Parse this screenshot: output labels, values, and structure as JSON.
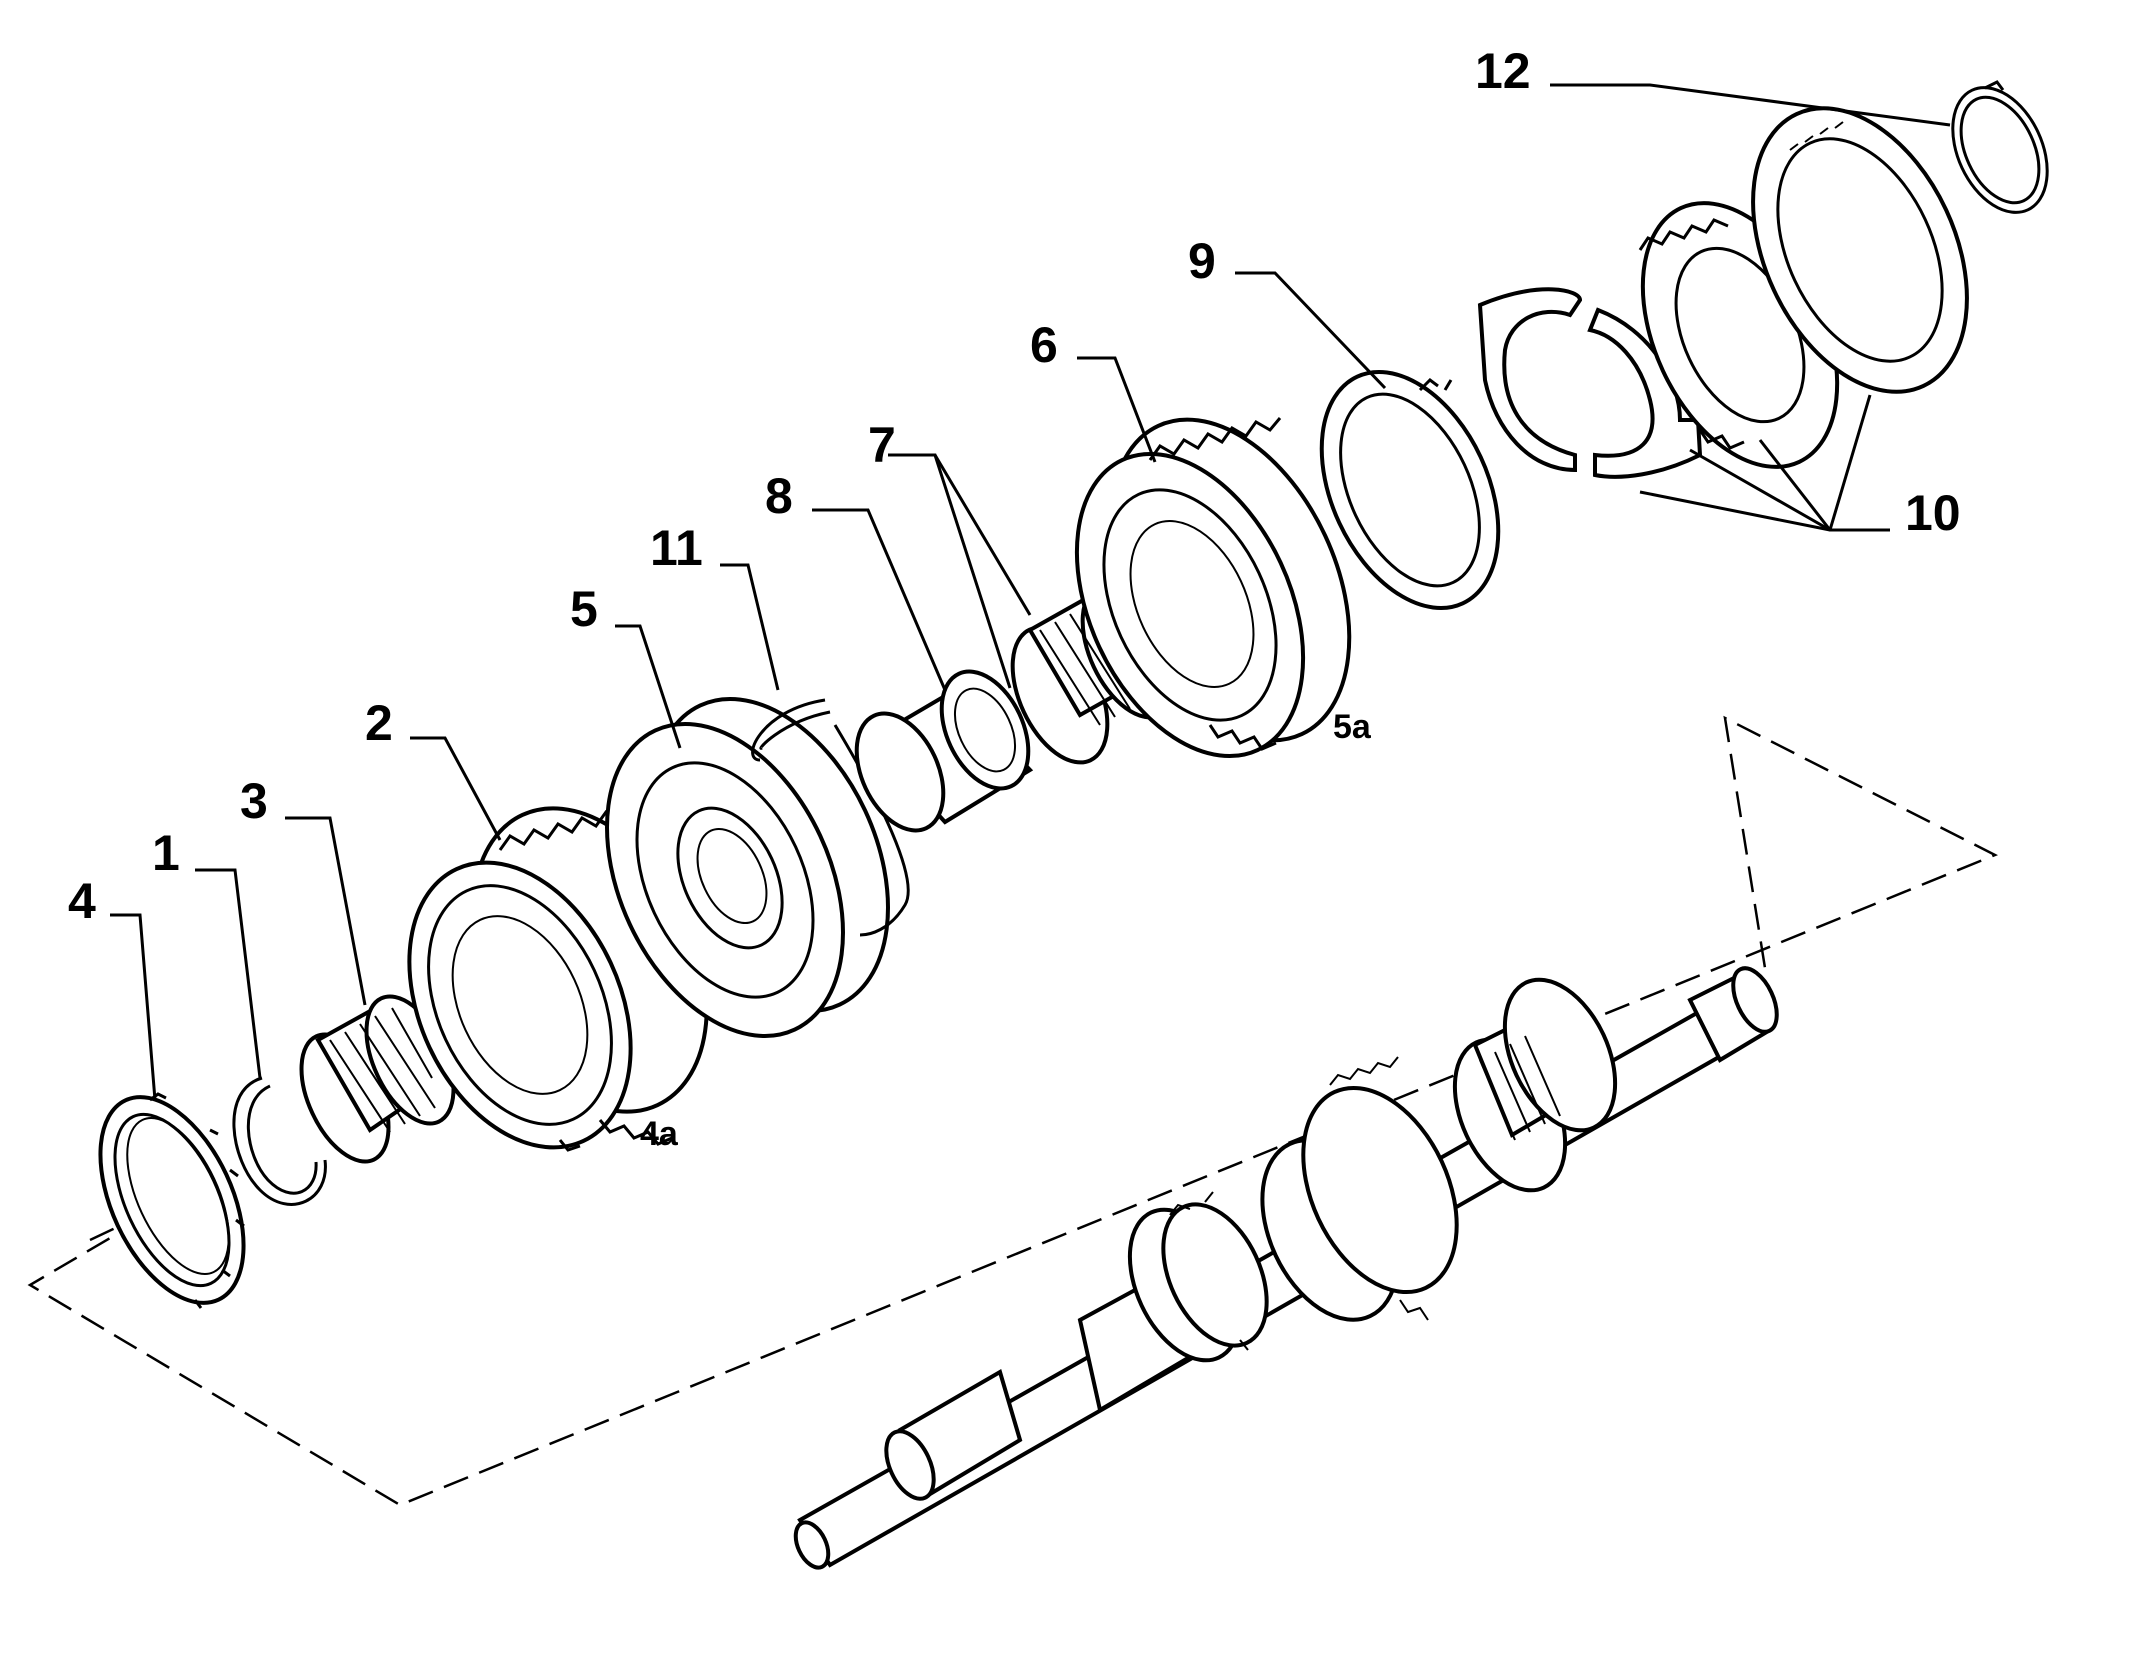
{
  "callouts": {
    "c1": "1",
    "c2": "2",
    "c3": "3",
    "c4": "4",
    "c5": "5",
    "c6": "6",
    "c7": "7",
    "c8": "8",
    "c9": "9",
    "c10": "10",
    "c11": "11",
    "c12": "12",
    "c4a": "4a",
    "c5a": "5a"
  },
  "colors": {
    "line": "#000000",
    "background": "#ffffff"
  }
}
